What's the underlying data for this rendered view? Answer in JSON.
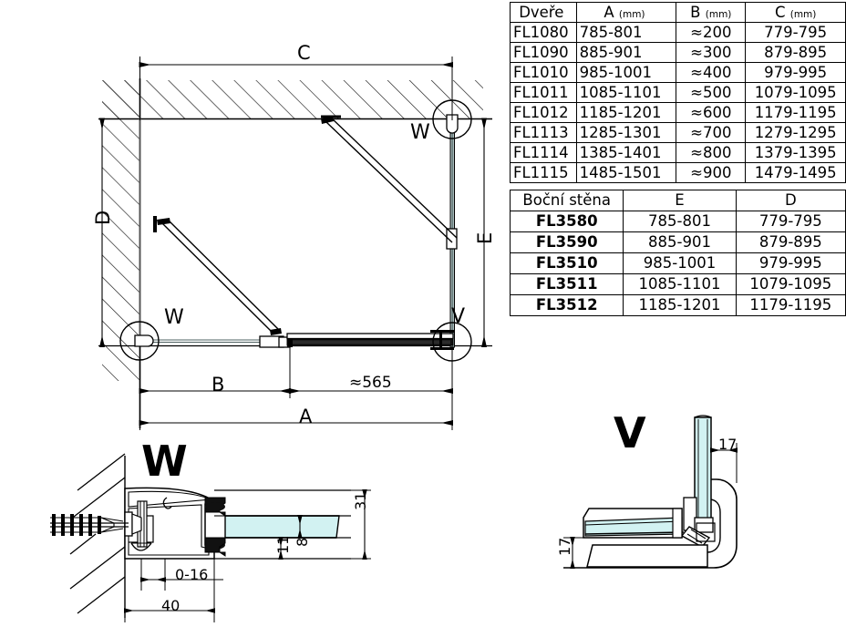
{
  "doors_table": {
    "headers": [
      "Dveře",
      "A",
      "B",
      "C"
    ],
    "header_units": [
      "",
      "(mm)",
      "(mm)",
      "(mm)"
    ],
    "rows": [
      [
        "FL1080",
        "785-801",
        "≈200",
        "779-795"
      ],
      [
        "FL1090",
        "885-901",
        "≈300",
        "879-895"
      ],
      [
        "FL1010",
        "985-1001",
        "≈400",
        "979-995"
      ],
      [
        "FL1011",
        "1085-1101",
        "≈500",
        "1079-1095"
      ],
      [
        "FL1012",
        "1185-1201",
        "≈600",
        "1179-1195"
      ],
      [
        "FL1113",
        "1285-1301",
        "≈700",
        "1279-1295"
      ],
      [
        "FL1114",
        "1385-1401",
        "≈800",
        "1379-1395"
      ],
      [
        "FL1115",
        "1485-1501",
        "≈900",
        "1479-1495"
      ]
    ]
  },
  "side_table": {
    "headers": [
      "Boční stěna",
      "E",
      "D"
    ],
    "rows": [
      [
        "FL3580",
        "785-801",
        "779-795"
      ],
      [
        "FL3590",
        "885-901",
        "879-895"
      ],
      [
        "FL3510",
        "985-1001",
        "979-995"
      ],
      [
        "FL3511",
        "1085-1101",
        "1079-1095"
      ],
      [
        "FL3512",
        "1185-1201",
        "1179-1195"
      ]
    ]
  },
  "plan": {
    "dim_c": "C",
    "dim_a": "A",
    "dim_b": "B",
    "dim_d": "D",
    "dim_e": "E",
    "dim_565": "≈565",
    "detail_w_top": "W",
    "detail_w_bottom": "W",
    "detail_v": "V"
  },
  "detail_w": {
    "title": "W",
    "dim_40": "40",
    "dim_016": "0-16",
    "dim_31": "31",
    "dim_11": "11",
    "dim_8": "8"
  },
  "detail_v": {
    "title": "V",
    "dim_17_top": "17",
    "dim_17_left": "17"
  },
  "colors": {
    "glass": "#d2f2f2",
    "line": "#000000",
    "profile_gray": "#6a7a7a"
  }
}
